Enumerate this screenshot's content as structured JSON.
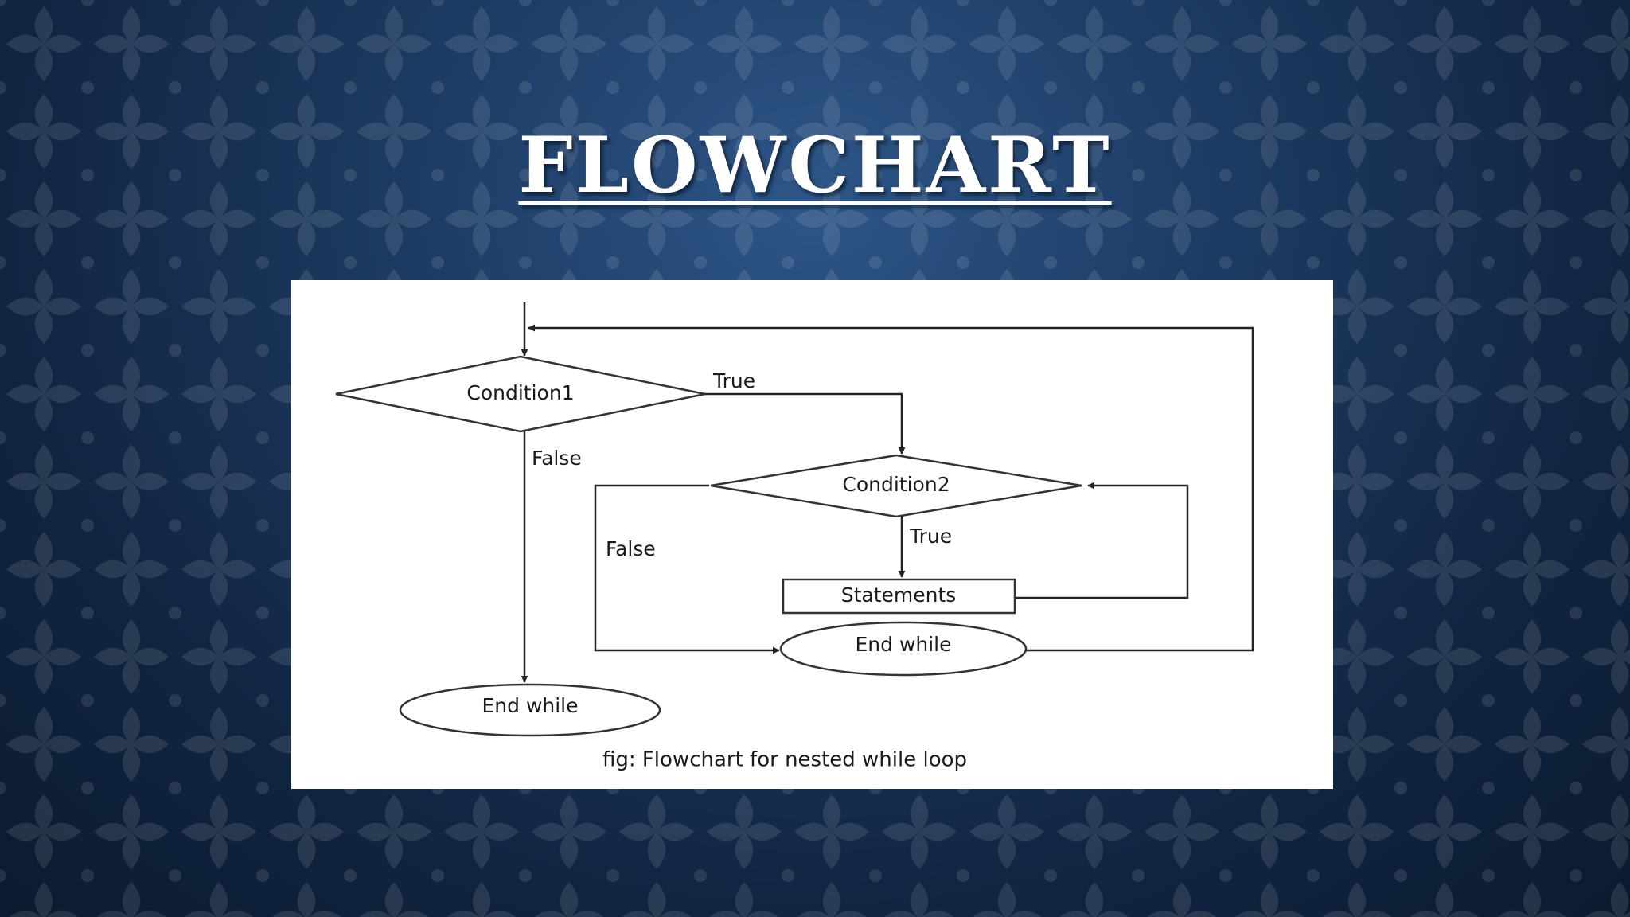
{
  "slide": {
    "title": "FLOWCHART"
  },
  "colors": {
    "background": "#1d3b63",
    "title_text": "#ffffff",
    "panel": "#ffffff",
    "line": "#222222"
  },
  "flowchart": {
    "nodes": {
      "condition1": "Condition1",
      "condition2": "Condition2",
      "statements": "Statements",
      "end_while_inner": "End while",
      "end_while_outer": "End while"
    },
    "edge_labels": {
      "c1_true": "True",
      "c1_false": "False",
      "c2_true": "True",
      "c2_false": "False"
    },
    "caption": "fig: Flowchart for nested while loop"
  }
}
